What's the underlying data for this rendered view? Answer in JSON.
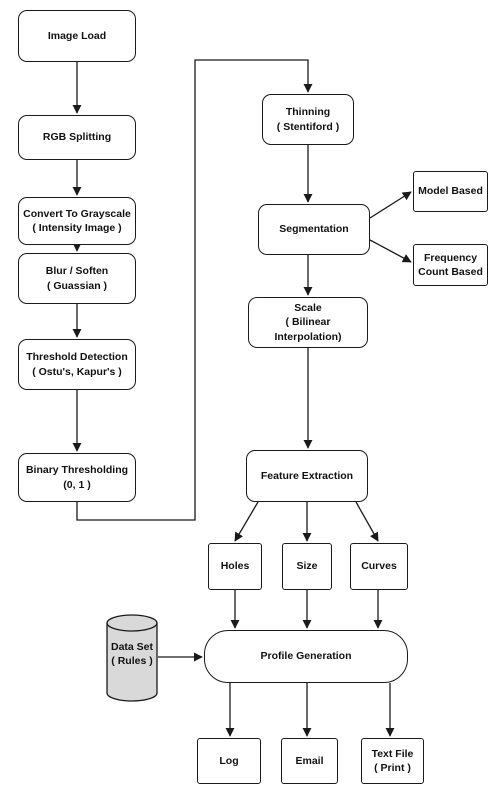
{
  "nodes": {
    "image_load": {
      "line1": "Image Load"
    },
    "rgb_splitting": {
      "line1": "RGB Splitting"
    },
    "grayscale": {
      "line1": "Convert To Grayscale",
      "line2": "( Intensity Image )"
    },
    "blur": {
      "line1": "Blur / Soften",
      "line2": "( Guassian )"
    },
    "threshold_detection": {
      "line1": "Threshold Detection",
      "line2": "( Ostu's, Kapur's )"
    },
    "binary_thresholding": {
      "line1": "Binary Thresholding",
      "line2": "(0, 1 )"
    },
    "thinning": {
      "line1": "Thinning",
      "line2": "( Stentiford )"
    },
    "segmentation": {
      "line1": "Segmentation"
    },
    "model_based": {
      "line1": "Model Based"
    },
    "frequency_count": {
      "line1": "Frequency",
      "line2": "Count Based"
    },
    "scale": {
      "line1": "Scale",
      "line2": "( Bilinear",
      "line3": "Interpolation)"
    },
    "feature_extraction": {
      "line1": "Feature Extraction"
    },
    "holes": {
      "line1": "Holes"
    },
    "size": {
      "line1": "Size"
    },
    "curves": {
      "line1": "Curves"
    },
    "data_set": {
      "line1": "Data Set",
      "line2": "( Rules )"
    },
    "profile_generation": {
      "line1": "Profile Generation"
    },
    "log": {
      "line1": "Log"
    },
    "email": {
      "line1": "Email"
    },
    "text_file": {
      "line1": "Text File",
      "line2": "( Print )"
    }
  },
  "colors": {
    "stroke": "#1a1a1a",
    "cylinder_fill": "#d9d9d9",
    "background": "#ffffff"
  }
}
